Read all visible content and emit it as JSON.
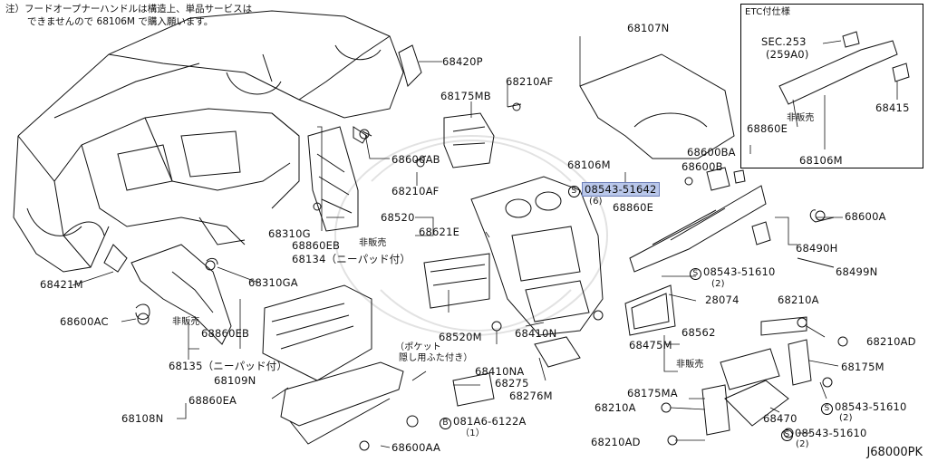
{
  "note": {
    "line1": "注）フードオープナーハンドルは構造上、単品サービスは",
    "line2": "できませんので 68106M で購入願います。"
  },
  "etc_box": {
    "title": "ETC付仕様",
    "sec": "SEC.253",
    "sec_sub": "(259A0)",
    "p68860E": "68860E",
    "non_sale": "非販売",
    "p68415": "68415",
    "p68106M": "68106M"
  },
  "labels": {
    "p68420P": "68420P",
    "p68210AF_top": "68210AF",
    "p68175MB": "68175MB",
    "p68107N": "68107N",
    "p68600AB": "68600AB",
    "p68210AF_mid": "68210AF",
    "p68106M": "68106M",
    "p68600BA": "68600BA",
    "p68600B": "68600B",
    "p08543_51642": "08543-51642",
    "p08543_51642_qty": "(6)",
    "p68860E": "68860E",
    "p68520": "68520",
    "p68621E": "68621E",
    "p68600A": "68600A",
    "p68310G": "68310G",
    "p68860EB_top": "68860EB",
    "non_sale_1": "非販売",
    "p68134": "68134（ニーパッド付）",
    "p68490H": "68490H",
    "p68421M": "68421M",
    "p68310GA": "68310GA",
    "p08543_51610_a": "08543-51610",
    "p08543_51610_a_qty": "(2)",
    "p68499N": "68499N",
    "p28074": "28074",
    "p68600AC": "68600AC",
    "non_sale_2": "非販売",
    "p68860EB_bot": "68860EB",
    "p68520M": "68520M",
    "p68410N": "68410N",
    "p68210A_r": "68210A",
    "p68562": "68562",
    "p68210AD_r": "68210AD",
    "pocket_note_1": "（ポケット",
    "pocket_note_2": "隠し用ふた付き）",
    "p68475M": "68475M",
    "non_sale_3": "非販売",
    "p68175M": "68175M",
    "p68135": "68135（ニーパッド付）",
    "p68410NA": "68410NA",
    "p68109N": "68109N",
    "p68275": "68275",
    "p68276M": "68276M",
    "p68860EA": "68860EA",
    "p68175MA": "68175MA",
    "p68108N": "68108N",
    "p68210A_b": "68210A",
    "p081A6_6122A": "081A6-6122A",
    "p081A6_qty": "（1）",
    "p08543_51610_b": "08543-51610",
    "p08543_51610_b_qty": "(2)",
    "p68470": "68470",
    "p08543_51610_c": "08543-51610",
    "p08543_51610_c_qty": "(2)",
    "p68210AD_b": "68210AD",
    "p68600AA": "68600AA"
  },
  "markers": {
    "s": "S",
    "b": "B"
  },
  "diagram_code": "J68000PK",
  "colors": {
    "line": "#111111",
    "highlight": "#b9c7ea",
    "watermark": "#dddddd"
  }
}
